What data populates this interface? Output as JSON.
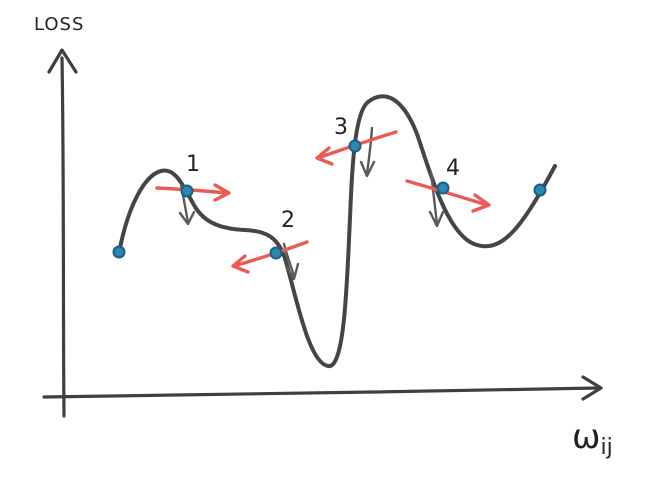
{
  "axes": {
    "y_label": "LOSS",
    "x_label_main": "ω",
    "x_label_sub": "ij"
  },
  "step_labels": [
    "1",
    "2",
    "3",
    "4"
  ],
  "colors": {
    "curve": "#454545",
    "update_arrow": "#ea5b55",
    "point": "#2c86b0",
    "gradient_arrow": "#5a5a5a"
  }
}
